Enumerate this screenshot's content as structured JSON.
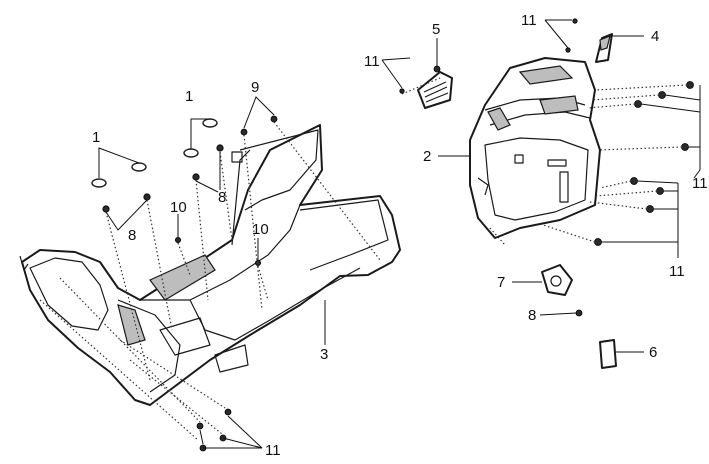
{
  "callouts": {
    "c1a": "1",
    "c1b": "1",
    "c2": "2",
    "c3": "3",
    "c4": "4",
    "c5": "5",
    "c6": "6",
    "c7": "7",
    "c8a": "8",
    "c8b": "8",
    "c8c": "8",
    "c9": "9",
    "c10a": "10",
    "c10b": "10",
    "c11a": "11",
    "c11b": "11",
    "c11c": "11",
    "c11d": "11",
    "c11e": "11"
  },
  "colors": {
    "ink": "#1a1a1a",
    "shade": "#bdbdbd",
    "background": "#ffffff"
  }
}
